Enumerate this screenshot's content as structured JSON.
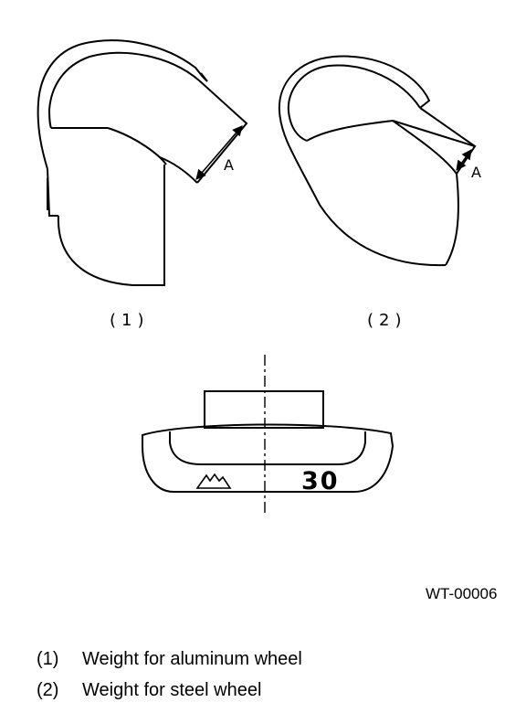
{
  "labels": {
    "dim_a_1": "A",
    "dim_a_2": "A",
    "part_1": "(1)",
    "part_2": "(2)",
    "stamp_number": "30"
  },
  "figure_code": "WT-00006",
  "legend": [
    {
      "num": "(1)",
      "text": "Weight for aluminum wheel"
    },
    {
      "num": "(2)",
      "text": "Weight for steel wheel"
    }
  ]
}
